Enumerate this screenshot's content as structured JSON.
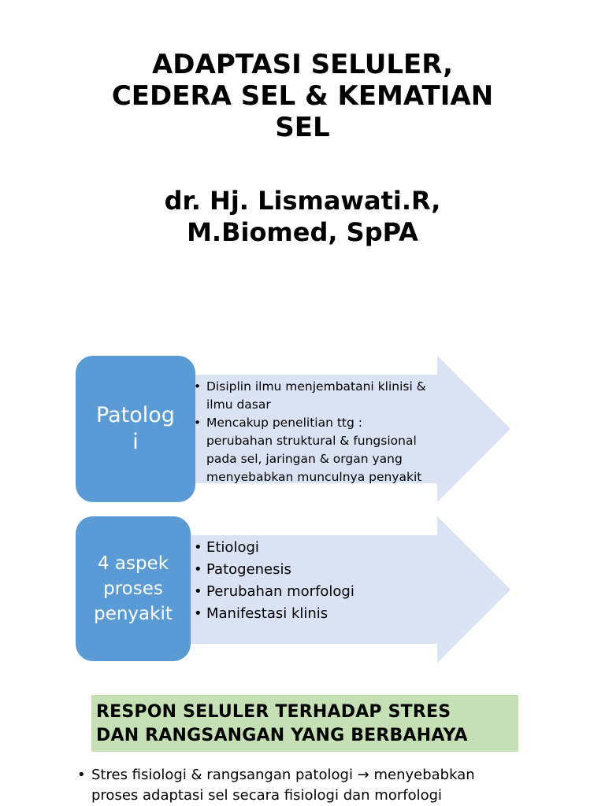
{
  "title": {
    "lines": [
      "ADAPTASI SELULER,",
      "CEDERA SEL & KEMATIAN",
      "SEL"
    ]
  },
  "author": {
    "lines": [
      "dr. Hj. Lismawati.R,",
      "M.Biomed, SpPA"
    ]
  },
  "diagram": {
    "rows": [
      {
        "label_lines": [
          "Patolog",
          "i"
        ],
        "bullets": [
          [
            "Disiplin ilmu menjembatani klinisi &",
            "ilmu dasar"
          ],
          [
            "Mencakup penelitian ttg :",
            "perubahan struktural  & fungsional",
            "pada sel, jaringan & organ yang",
            "menyebabkan munculnya penyakit"
          ]
        ]
      },
      {
        "label_lines": [
          "4 aspek",
          "proses",
          "penyakit"
        ],
        "bullets": [
          [
            "Etiologi"
          ],
          [
            "Patogenesis"
          ],
          [
            "Perubahan morfologi"
          ],
          [
            "Manifestasi klinis"
          ]
        ]
      }
    ],
    "colors": {
      "label_box": "#5b9bd5",
      "arrow": "#dae3f3"
    }
  },
  "section": {
    "heading_lines": [
      "RESPON SELULER TERHADAP STRES",
      "DAN RANGSANGAN YANG BERBAHAYA"
    ],
    "heading_bg": "#c5e0b4",
    "bullet_lines": [
      "Stres fisiologi  & rangsangan patologi → menyebabkan",
      "proses adaptasi sel secara fisiologi dan morfologi"
    ]
  }
}
